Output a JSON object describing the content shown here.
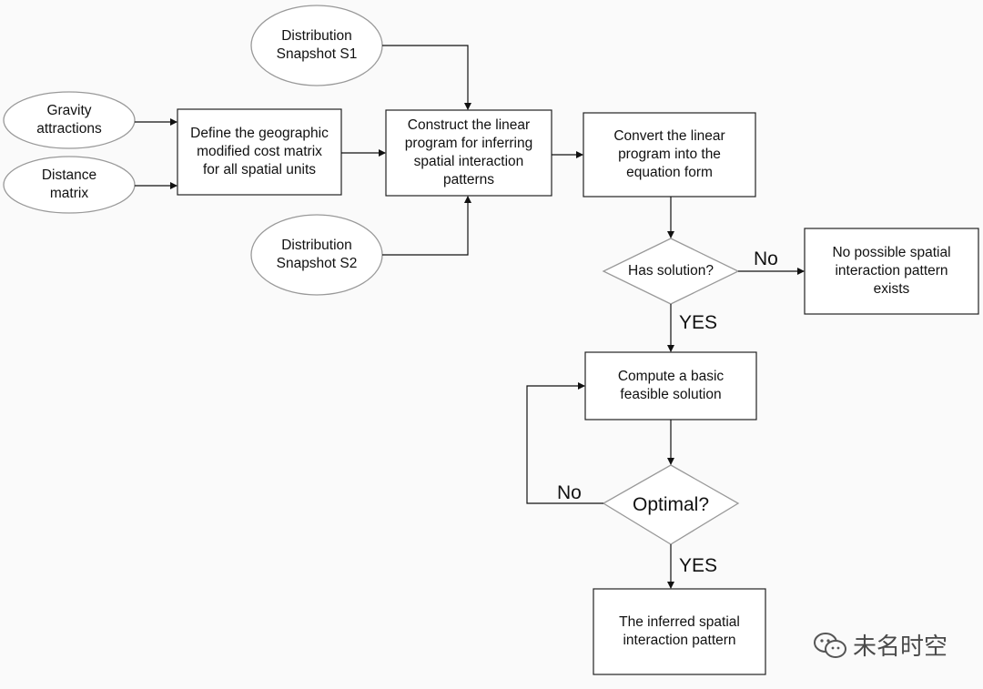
{
  "nodes": {
    "snapshot_s1": "Distribution\nSnapshot S1",
    "snapshot_s2": "Distribution\nSnapshot S2",
    "gravity": "Gravity\nattractions",
    "distance": "Distance\nmatrix",
    "define_cost": "Define the geographic\nmodified cost matrix\nfor all spatial units",
    "construct_lp": "Construct the linear\nprogram for inferring\nspatial interaction\npatterns",
    "convert_lp": "Convert the linear\nprogram into the\nequation form",
    "has_solution": "Has solution?",
    "no_pattern": "No possible spatial\ninteraction pattern\nexists",
    "basic_feasible": "Compute a basic\nfeasible solution",
    "optimal": "Optimal?",
    "inferred": "The inferred spatial\ninteraction pattern"
  },
  "edge_labels": {
    "has_solution_no": "No",
    "has_solution_yes": "YES",
    "optimal_no": "No",
    "optimal_yes": "YES"
  },
  "watermark": "未名时空"
}
